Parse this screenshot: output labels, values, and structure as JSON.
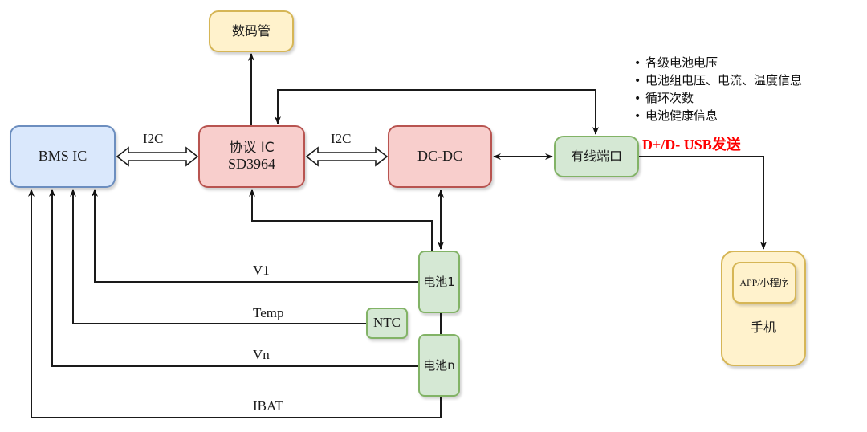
{
  "diagram": {
    "nodes": {
      "bms_ic": "BMS IC",
      "protocol_ic_line1": "协议 IC",
      "protocol_ic_line2": "SD3964",
      "dcdc": "DC-DC",
      "wired_port": "有线端口",
      "display": "数码管",
      "battery_1": "电池1",
      "ntc": "NTC",
      "battery_n": "电池n",
      "app": "APP/小程序",
      "phone": "手机"
    },
    "edge_labels": {
      "i2c_bms_protocol": "I2C",
      "i2c_protocol_dcdc": "I2C",
      "v1": "V1",
      "temp": "Temp",
      "vn": "Vn",
      "ibat": "IBAT",
      "usb_send": "D+/D-  USB发送"
    },
    "info_list": [
      "各级电池电压",
      "电池组电压、电流、温度信息",
      "循环次数",
      "电池健康信息"
    ],
    "colors": {
      "usb_label": "#ff0000",
      "bms_fill": "#dae8fc",
      "ic_fill": "#f8cecc",
      "green_fill": "#d5e8d4",
      "yellow_fill": "#fff2cc"
    }
  }
}
